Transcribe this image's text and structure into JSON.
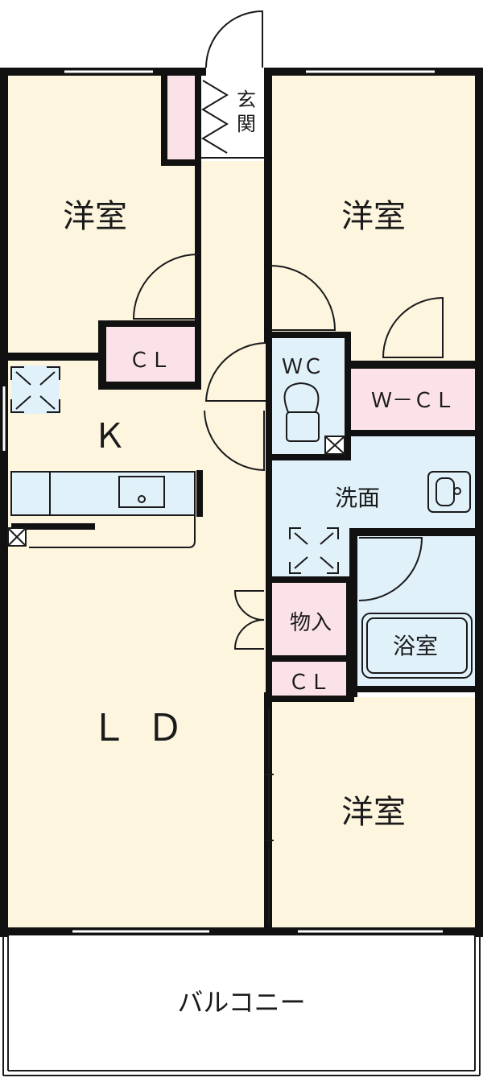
{
  "colors": {
    "wall": "#111111",
    "room_floor": "#fdf5de",
    "closet": "#fbe1e8",
    "wet_area": "#e1f1fa",
    "line": "#1a1a1a",
    "balcony": "#ffffff"
  },
  "rooms": {
    "western_room_top_left": "洋室",
    "western_room_top_right": "洋室",
    "western_room_bottom_right": "洋室",
    "closet_left": "ＣＬ",
    "closet_bottom": "ＣＬ",
    "walkin_closet": "Ｗ－ＣＬ",
    "toilet": "ＷＣ",
    "washroom": "洗面",
    "bathroom": "浴室",
    "storage": "物入",
    "kitchen": "Ｋ",
    "living_dining": "ＬＤ",
    "entrance": "玄関",
    "balcony": "バルコニー"
  },
  "icons": {
    "fridge_space": "dashed-box-x-icon",
    "washer_space": "dashed-box-x-icon",
    "duct": "boxed-x-icon",
    "toilet": "toilet-icon",
    "sink": "sink-icon",
    "bathtub": "bathtub-icon",
    "door": "door-swing-icon"
  }
}
